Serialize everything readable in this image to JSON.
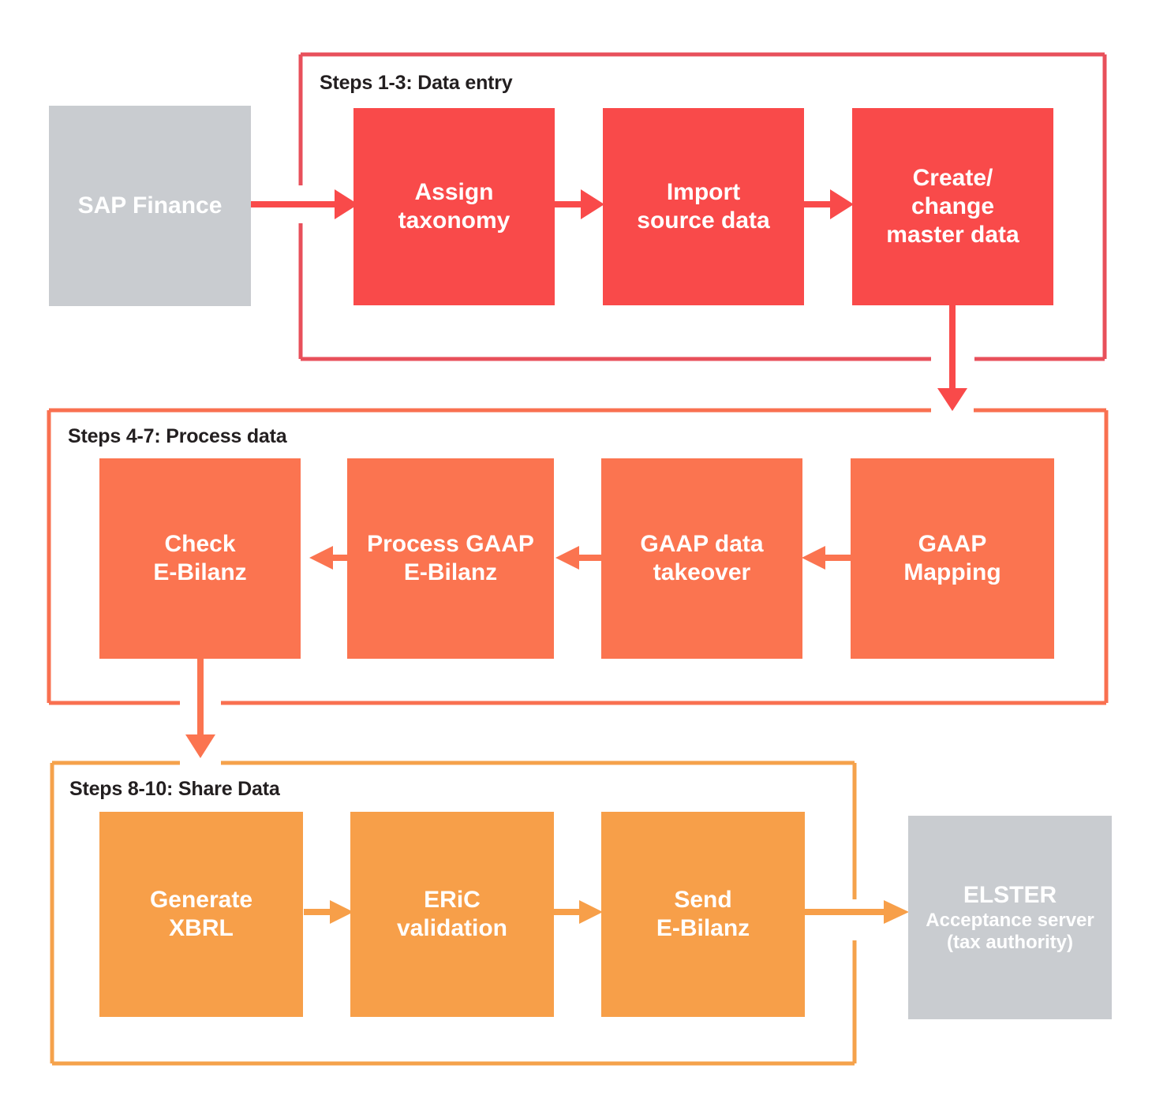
{
  "diagram": {
    "title_hidden": "",
    "colors": {
      "red_box": "#f94a4a",
      "red_border": "#e8505b",
      "orange_box": "#fb7450",
      "orange_border": "#f97050",
      "amber_box": "#f79f49",
      "amber_border": "#f5a24b",
      "gray_box": "#c9ccd0",
      "text_dark": "#231f20",
      "text_light": "#ffffff",
      "background": "#ffffff"
    }
  },
  "external": {
    "source": {
      "label": "SAP Finance"
    },
    "target": {
      "name": "ELSTER",
      "line2": "Acceptance server",
      "line3": "(tax authority)"
    }
  },
  "groups": [
    {
      "id": "group-data-entry",
      "title": "Steps 1-3: Data entry",
      "accent": "#e8505b",
      "nodes": [
        {
          "id": "assign-taxonomy",
          "line1": "Assign",
          "line2": "taxonomy",
          "line3": ""
        },
        {
          "id": "import-source-data",
          "line1": "Import",
          "line2": "source data",
          "line3": ""
        },
        {
          "id": "create-change-master",
          "line1": "Create/",
          "line2": "change",
          "line3": "master data"
        }
      ]
    },
    {
      "id": "group-process-data",
      "title": "Steps 4-7: Process data",
      "accent": "#f97050",
      "nodes": [
        {
          "id": "check-e-bilanz",
          "line1": "Check",
          "line2": "E-Bilanz",
          "line3": ""
        },
        {
          "id": "process-gaap",
          "line1": "Process GAAP",
          "line2": "E-Bilanz",
          "line3": ""
        },
        {
          "id": "gaap-data-takeover",
          "line1": "GAAP data",
          "line2": "takeover",
          "line3": ""
        },
        {
          "id": "gaap-mapping",
          "line1": "GAAP",
          "line2": "Mapping",
          "line3": ""
        }
      ]
    },
    {
      "id": "group-share-data",
      "title": "Steps 8-10: Share Data",
      "accent": "#f5a24b",
      "nodes": [
        {
          "id": "generate-xbrl",
          "line1": "Generate",
          "line2": "XBRL",
          "line3": ""
        },
        {
          "id": "eric-validation",
          "line1": "ERiC",
          "line2": "validation",
          "line3": ""
        },
        {
          "id": "send-e-bilanz",
          "line1": "Send",
          "line2": "E-Bilanz",
          "line3": ""
        }
      ]
    }
  ],
  "flow": {
    "description": "SAP Finance feeds Steps 1-3; Steps 1-3 flows left to right then down into Steps 4-7; Steps 4-7 flows right to left then down into Steps 8-10; Steps 8-10 flows left to right out to ELSTER."
  }
}
